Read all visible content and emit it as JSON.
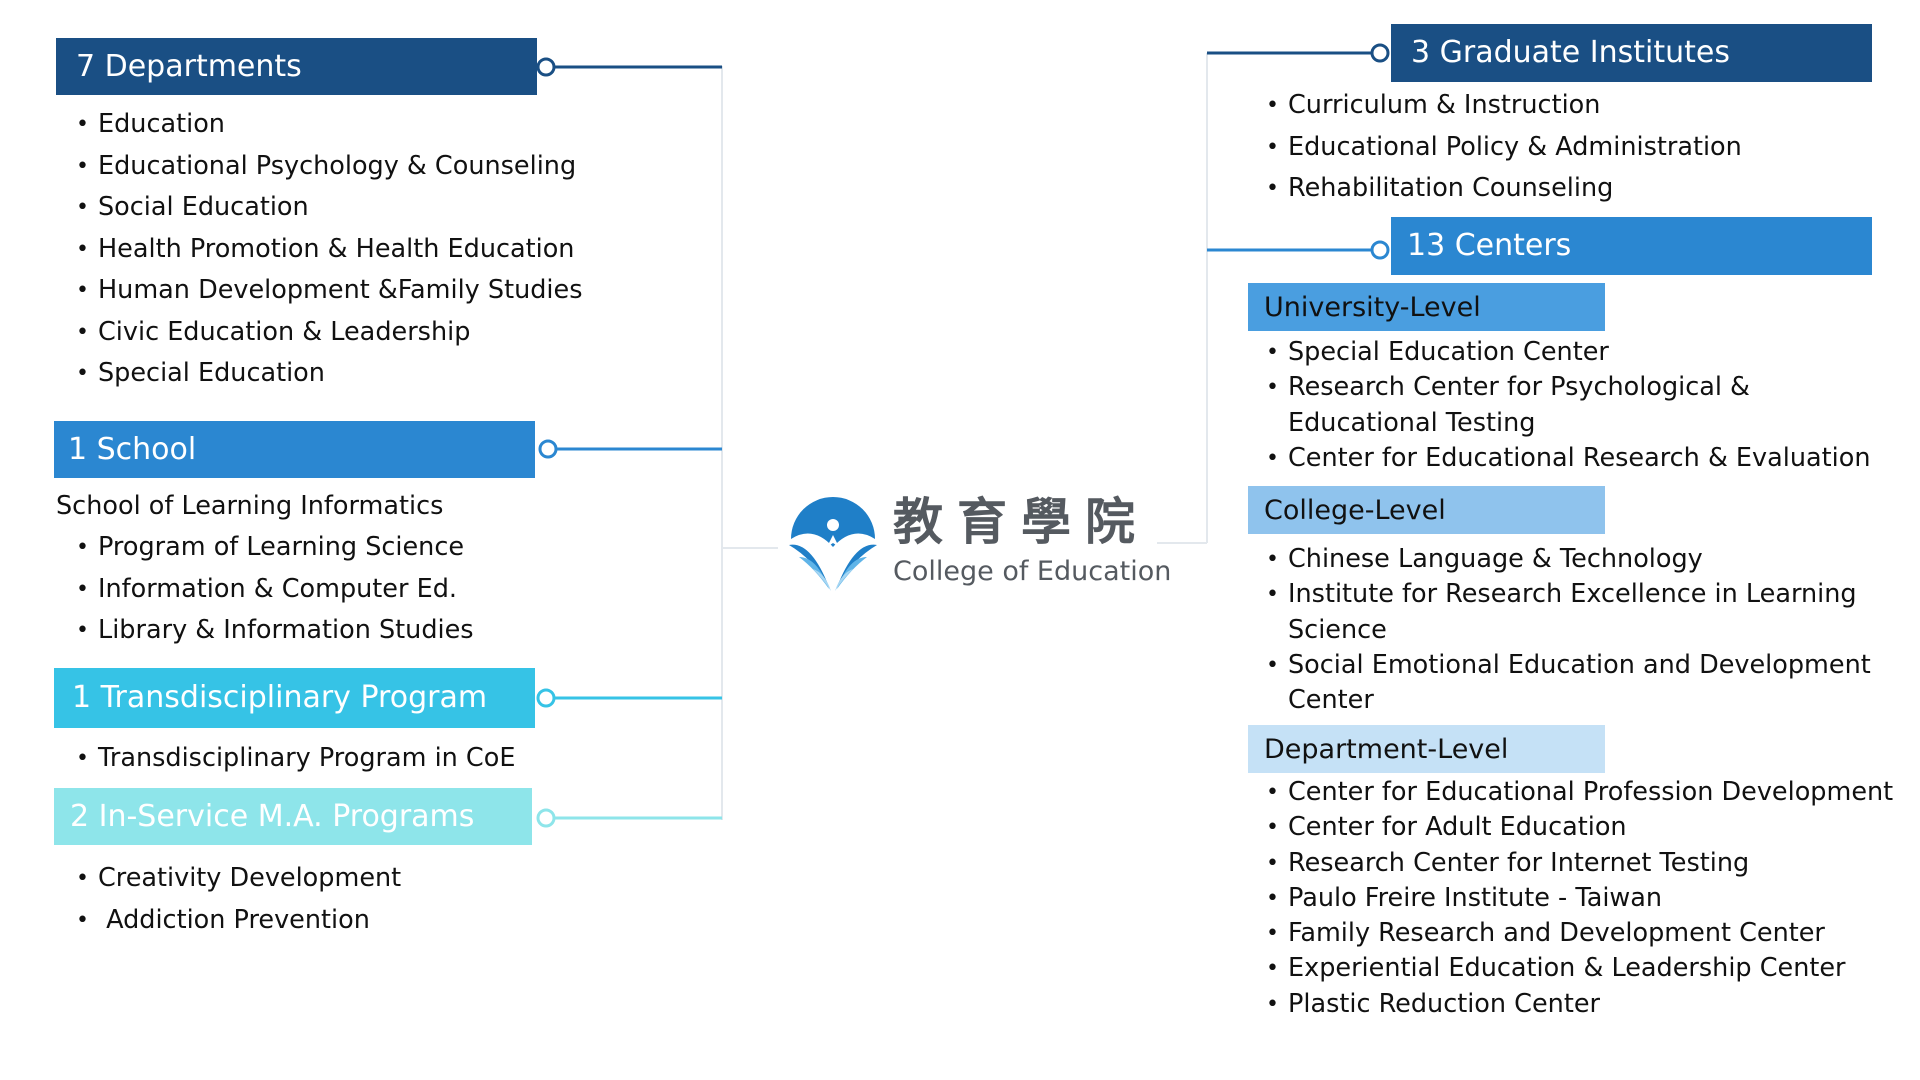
{
  "colors": {
    "dark_blue": "#1a4f84",
    "mid_blue": "#2b87d1",
    "cyan": "#36c3e6",
    "light_cyan": "#8ee5ea",
    "university_level": "#4a9ee0",
    "college_level": "#8fc3ed",
    "department_level": "#c5e1f6"
  },
  "logo": {
    "chinese": "教育學院",
    "english": "College of Education",
    "icon": "college-of-education-emblem-icon"
  },
  "departments": {
    "header": "7 Departments",
    "items": [
      "Education",
      "Educational Psychology & Counseling",
      "Social Education",
      "Health Promotion & Health Education",
      "Human Development &Family Studies",
      "Civic Education & Leadership",
      "Special Education"
    ]
  },
  "school": {
    "header": "1 School",
    "name": "School of Learning Informatics",
    "items": [
      "Program of Learning Science",
      "Information & Computer Ed.",
      "Library & Information Studies"
    ]
  },
  "transdisciplinary": {
    "header": "1  Transdisciplinary Program",
    "items": [
      "Transdisciplinary Program in CoE"
    ]
  },
  "in_service": {
    "header": "2 In-Service M.A. Programs",
    "items": [
      "Creativity Development",
      " Addiction Prevention"
    ]
  },
  "graduate_institutes": {
    "header": "3 Graduate Institutes",
    "items": [
      "Curriculum & Instruction",
      "Educational Policy & Administration",
      "Rehabilitation Counseling"
    ]
  },
  "centers": {
    "header": "13 Centers",
    "university_level": {
      "label": "University-Level",
      "items": [
        "Special Education Center",
        "Research Center for Psychological &",
        "Educational Testing",
        "Center for Educational Research & Evaluation"
      ]
    },
    "college_level": {
      "label": "College-Level",
      "items": [
        "Chinese Language & Technology",
        "Institute for Research Excellence in Learning",
        "Science",
        "Social Emotional Education and Development",
        "Center"
      ]
    },
    "department_level": {
      "label": "Department-Level",
      "items": [
        "Center for Educational Profession Development",
        "Center for Adult Education",
        "Research Center for Internet Testing",
        "Paulo Freire Institute - Taiwan",
        "Family Research and Development Center",
        "Experiential Education & Leadership Center",
        "Plastic Reduction Center"
      ]
    }
  }
}
